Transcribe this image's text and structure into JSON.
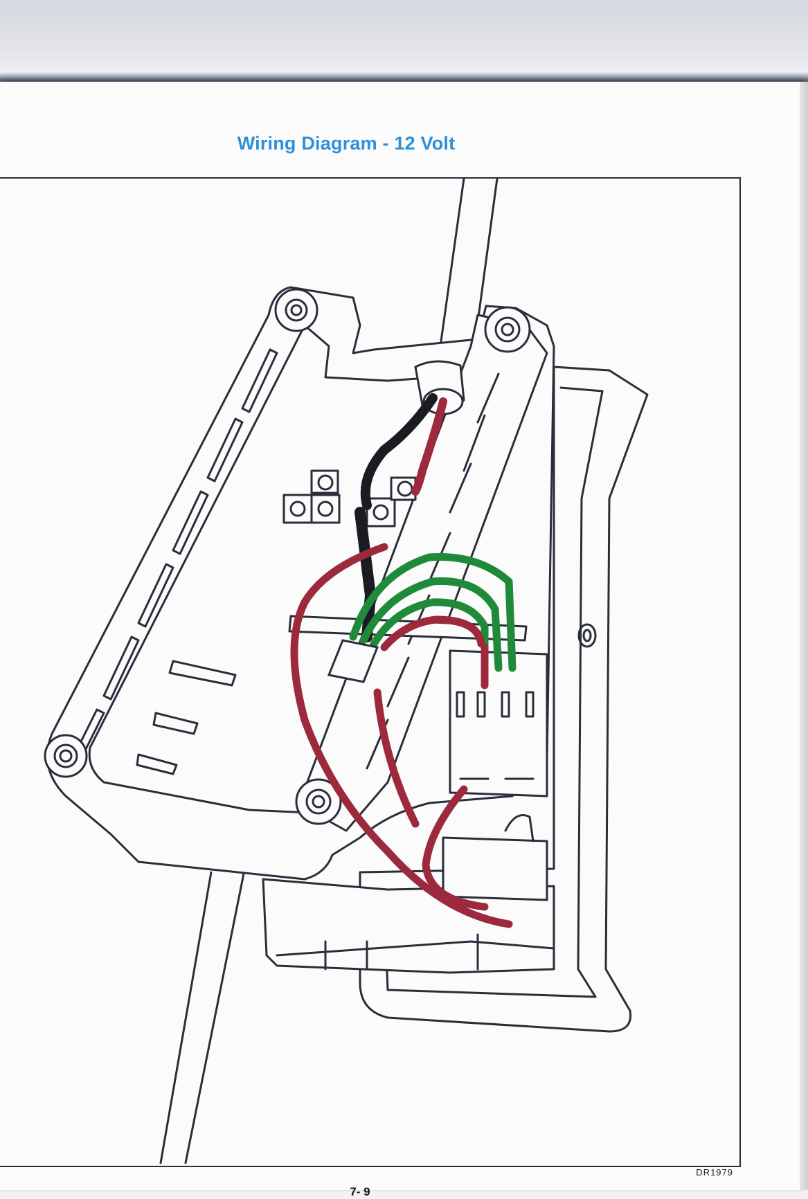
{
  "title": "Wiring Diagram - 12 Volt",
  "drawing_code": "DR1979",
  "page_number": "7- 9",
  "colors": {
    "title": "#2f8fd8",
    "line": "#2a2d3a",
    "wire_red": "#9c2a3c",
    "wire_green": "#1f8a3a",
    "wire_black": "#1b1b22",
    "paper": "#fbfbfb"
  },
  "wires": [
    "black",
    "red",
    "green",
    "green",
    "green",
    "red"
  ]
}
